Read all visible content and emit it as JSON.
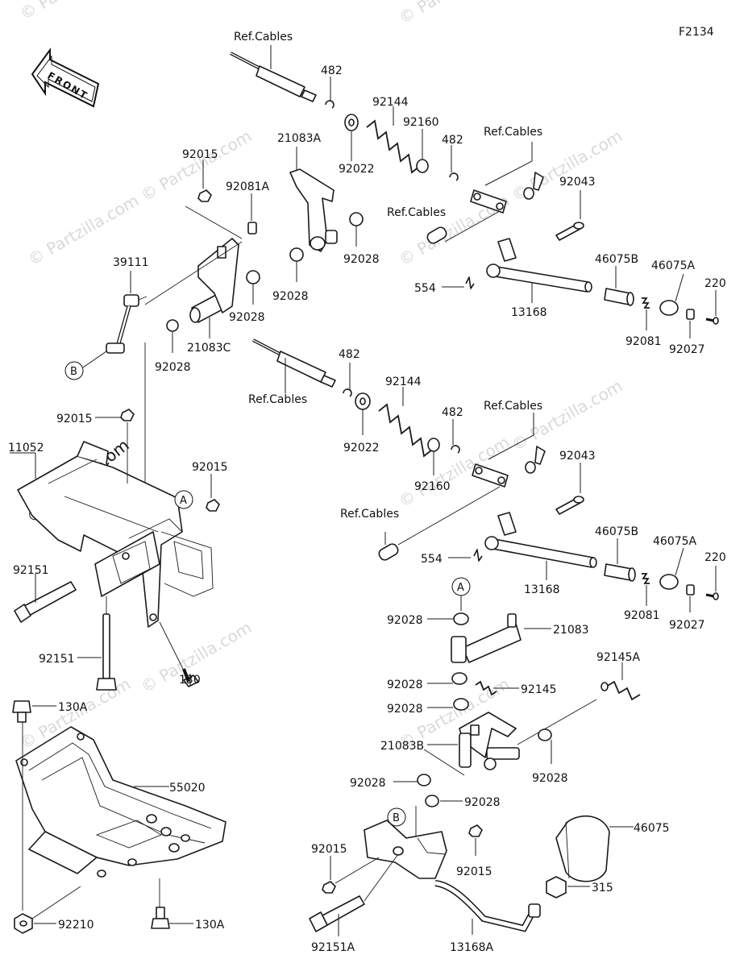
{
  "figure_id": "F2134",
  "front_label": "FRONT",
  "watermarks": [
    "© Partzilla.com",
    "© Partzilla.com",
    "© Partzilla.com",
    "© Partzilla.com",
    "© Partzilla.com",
    "© Partzilla.com",
    "© Partzilla.com",
    "© Partzilla.com",
    "© Partzilla.com",
    "© Partzilla.com",
    "© Partzilla.com"
  ],
  "callouts": {
    "a_top": "A",
    "a_bottom": "A",
    "b_left": "B",
    "b_bottom": "B"
  },
  "labels": {
    "ref_cables_1": "Ref.Cables",
    "p482_1": "482",
    "p92144_1": "92144",
    "p92160_1": "92160",
    "p482_2": "482",
    "ref_cables_2": "Ref.Cables",
    "p21083A": "21083A",
    "p92022_1": "92022",
    "p92015_1": "92015",
    "p92081A": "92081A",
    "p92028_1": "92028",
    "p92028_2": "92028",
    "p92028_3": "92028",
    "p92028_4": "92028",
    "p39111": "39111",
    "p21083C": "21083C",
    "ref_cables_3": "Ref.Cables",
    "p92043_1": "92043",
    "p554_1": "554",
    "p13168_1": "13168",
    "p46075B_1": "46075B",
    "p46075A_1": "46075A",
    "p220_1": "220",
    "p92081_1": "92081",
    "p92027_1": "92027",
    "ref_cables_4": "Ref.Cables",
    "p482_3": "482",
    "p92144_2": "92144",
    "p92022_2": "92022",
    "p482_4": "482",
    "ref_cables_5": "Ref.Cables",
    "p92160_2": "92160",
    "p92043_2": "92043",
    "ref_cables_6": "Ref.Cables",
    "p554_2": "554",
    "p13168_2": "13168",
    "p46075B_2": "46075B",
    "p46075A_2": "46075A",
    "p220_2": "220",
    "p92081_2": "92081",
    "p92027_2": "92027",
    "p92015_2": "92015",
    "p11052": "11052",
    "p92015_3": "92015",
    "p92151_1": "92151",
    "p92151_2": "92151",
    "p130": "130",
    "p92028_5": "92028",
    "p21083": "21083",
    "p92028_6": "92028",
    "p92145": "92145",
    "p92145A": "92145A",
    "p92028_7": "92028",
    "p21083B": "21083B",
    "p92028_8": "92028",
    "p92028_9": "92028",
    "p92028_10": "92028",
    "p130A_1": "130A",
    "p55020": "55020",
    "p92210": "92210",
    "p130A_2": "130A",
    "p92015_4": "92015",
    "p92015_5": "92015",
    "p46075": "46075",
    "p315": "315",
    "p92151A": "92151A",
    "p13168A": "13168A"
  }
}
